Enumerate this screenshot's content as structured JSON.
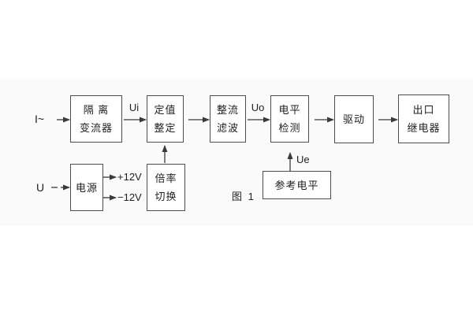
{
  "figure": {
    "caption": "图 1"
  },
  "labels": {
    "input_current": "I~",
    "input_voltage": "U",
    "ui": "Ui",
    "uo": "Uo",
    "ue": "Ue",
    "plus_12v": "+12V",
    "minus_12v": "−12V"
  },
  "blocks": {
    "isolation": {
      "line1": "隔 离",
      "line2": "变流器"
    },
    "setting": {
      "line1": "定值",
      "line2": "整定"
    },
    "rectifier": {
      "line1": "整流",
      "line2": "滤波"
    },
    "level_detect": {
      "line1": "电平",
      "line2": "检测"
    },
    "drive": {
      "line1": "驱动"
    },
    "output_relay": {
      "line1": "出口",
      "line2": "继电器"
    },
    "power": {
      "line1": "电源"
    },
    "ratio_switch": {
      "line1": "倍率",
      "line2": "切换"
    },
    "reference_level": {
      "line1": "参考电平"
    }
  },
  "colors": {
    "line": "#3a3a3a",
    "text": "#1f1f1f",
    "box_border": "#4d4d4d",
    "background": "#ffffff"
  }
}
